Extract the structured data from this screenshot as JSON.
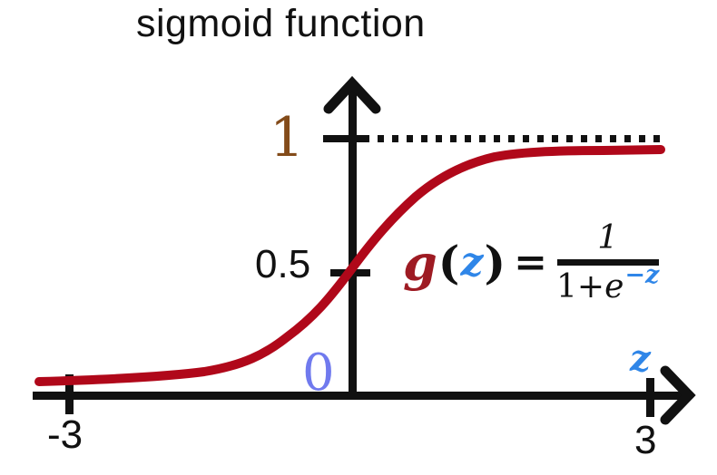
{
  "title": "sigmoid function",
  "axis_labels": {
    "y_one": "1",
    "y_half": "0.5",
    "origin": "0",
    "x_min": "-3",
    "x_max": "3",
    "x_variable": "z"
  },
  "formula": {
    "function_name": "g",
    "open_paren": "(",
    "argument": "z",
    "close_paren": ")",
    "equals": "=",
    "numerator": "1",
    "denominator_prefix": "1+",
    "denominator_e": "e",
    "exponent_minus": "−",
    "exponent_z": "z"
  },
  "colors": {
    "curve_red": "#B0081A",
    "formula_g_red": "#9E1B23",
    "one_brown": "#834B1A",
    "zero_periwinkle": "#707AEE",
    "z_blue": "#2F86E8",
    "axis_black": "#111111"
  },
  "chart_data": {
    "type": "line",
    "title": "sigmoid function",
    "xlabel": "z",
    "ylabel": "",
    "xlim": [
      -3,
      3
    ],
    "ylim": [
      0,
      1.25
    ],
    "x_ticks": [
      -3,
      3
    ],
    "y_ticks": [
      0.5,
      1
    ],
    "grid": false,
    "legend_position": "none",
    "asymptote": {
      "y": 1,
      "style": "dotted",
      "color": "#111111"
    },
    "series": [
      {
        "name": "g(z) = 1/(1+e^−z)",
        "color": "#B0081A",
        "x": [
          -3,
          -2.5,
          -2,
          -1.5,
          -1,
          -0.5,
          0,
          0.5,
          1,
          1.5,
          2,
          2.5,
          3
        ],
        "y": [
          0.047,
          0.076,
          0.119,
          0.182,
          0.269,
          0.378,
          0.5,
          0.622,
          0.731,
          0.818,
          0.881,
          0.924,
          0.953
        ]
      }
    ],
    "annotations": [
      {
        "text": "g(z) = 1/(1+e^−z)",
        "x": 1.2,
        "y": 0.55
      }
    ]
  }
}
